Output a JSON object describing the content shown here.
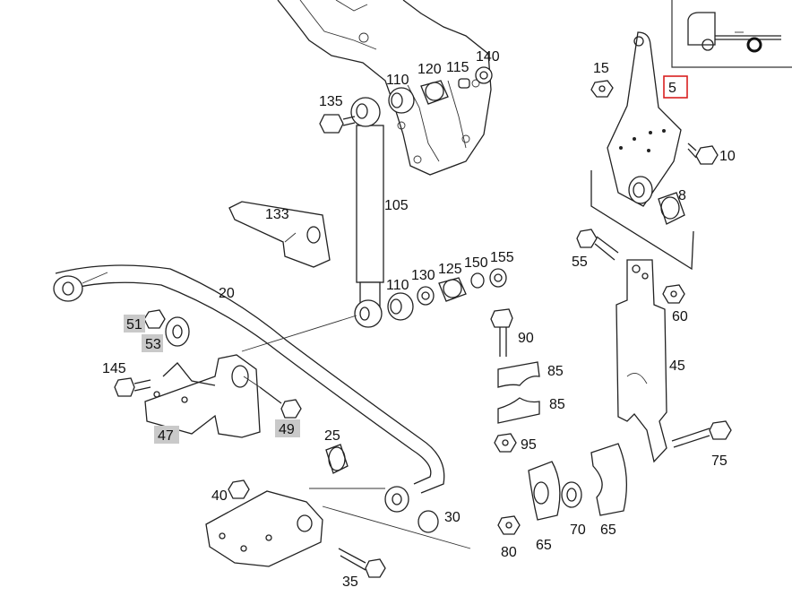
{
  "labels": {
    "l5": "5",
    "l8": "8",
    "l10": "10",
    "l15": "15",
    "l20": "20",
    "l25": "25",
    "l30": "30",
    "l35": "35",
    "l40": "40",
    "l45": "45",
    "l47": "47",
    "l49": "49",
    "l51": "51",
    "l53": "53",
    "l55": "55",
    "l60": "60",
    "l65a": "65",
    "l65b": "65",
    "l70": "70",
    "l75": "75",
    "l80": "80",
    "l85a": "85",
    "l85b": "85",
    "l90": "90",
    "l95": "95",
    "l105": "105",
    "l110a": "110",
    "l110b": "110",
    "l115": "115",
    "l120": "120",
    "l125": "125",
    "l130": "130",
    "l133": "133",
    "l135": "135",
    "l140": "140",
    "l145": "145",
    "l150": "150",
    "l155": "155"
  },
  "colors": {
    "highlight": "#c9c9c9",
    "selected_border": "#d92020",
    "ink": "#222222"
  },
  "icons": {
    "vehicle_inset": "truck-chassis-icon"
  }
}
